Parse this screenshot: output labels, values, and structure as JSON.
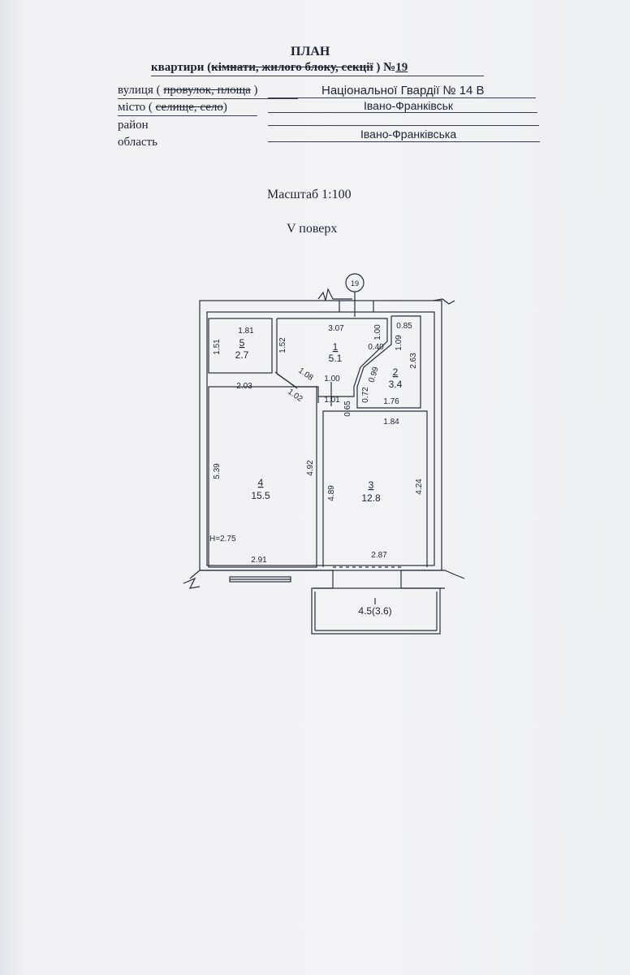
{
  "header": {
    "title": "ПЛАН",
    "subtitle_prefix": "квартири (",
    "subtitle_strike1": "кімнати, жилого блоку, секції",
    "subtitle_suffix": " ) №",
    "apartment_no": "19",
    "street_label_prefix": "вулиця ( ",
    "street_label_strike": "провулок, площа",
    "street_label_suffix": " )",
    "street_value": "Національної Гвардії  №  14 В",
    "city_label_prefix": "місто ( ",
    "city_label_strike": "селище, село",
    "city_label_suffix": ")",
    "city_value": "Івано-Франківськ",
    "district_label": "район",
    "district_value": "",
    "region_label": "область",
    "region_value": "Івано-Франківська"
  },
  "scale": "Масштаб 1:100",
  "floor": "V поверх",
  "plan": {
    "axis_label": "19",
    "ceiling_height": "H=2.75",
    "rooms": [
      {
        "number": "1",
        "area": "5.1"
      },
      {
        "number": "2",
        "area": "3.4"
      },
      {
        "number": "3",
        "area": "12.8"
      },
      {
        "number": "4",
        "area": "15.5"
      },
      {
        "number": "5",
        "area": "2.7"
      },
      {
        "number": "",
        "area": "4.5(3.6)"
      }
    ],
    "dimensions": {
      "d_181": "1.81",
      "d_151": "1.51",
      "d_152": "1.52",
      "d_307": "3.07",
      "d_100v": "1.00",
      "d_040": "0.40",
      "d_085": "0.85",
      "d_109": "1.09",
      "d_263": "2.63",
      "d_099": "0.99",
      "d_072": "0.72",
      "d_176": "1.76",
      "d_108": "1.08",
      "d_102": "1.02",
      "d_100h": "1.00",
      "d_101": "1.01",
      "d_065": "0.65",
      "d_203": "2.03",
      "d_184": "1.84",
      "d_539": "5.39",
      "d_492": "4.92",
      "d_489": "4.89",
      "d_424": "4.24",
      "d_291": "2.91",
      "d_287": "2.87"
    }
  }
}
